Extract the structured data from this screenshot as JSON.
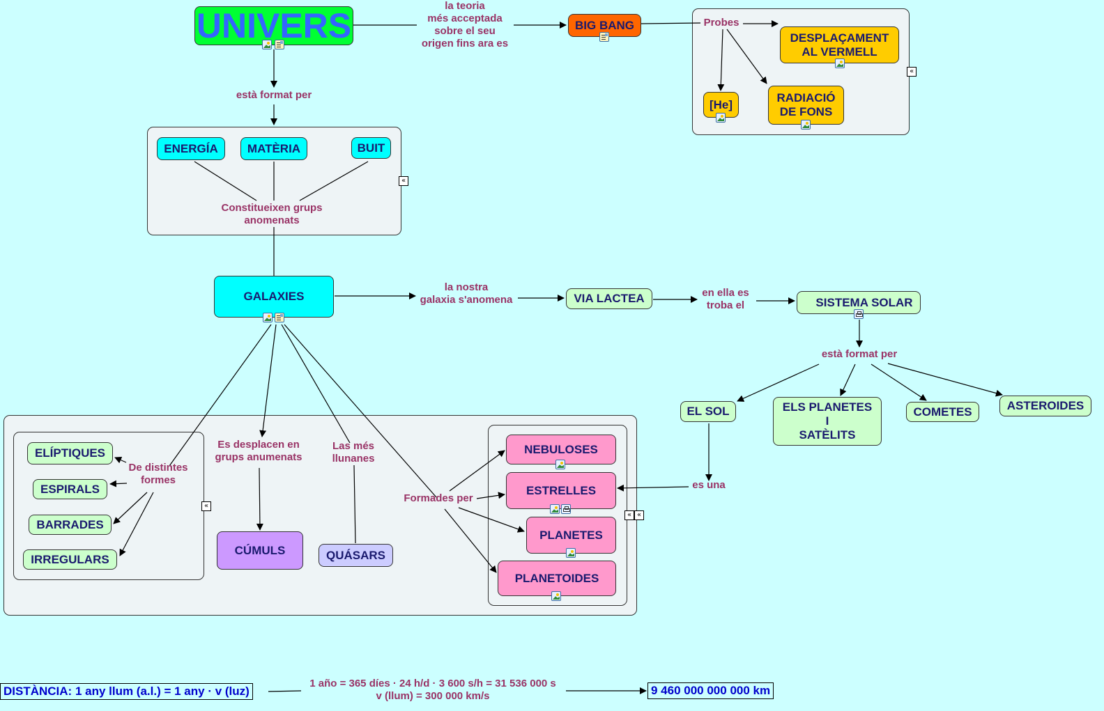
{
  "title": "UNIVERS",
  "colors": {
    "background": "#ccffff",
    "link_text": "#993366",
    "node_text": "#1a1a6e",
    "univers_node": "#00ff33",
    "univers_text": "#3366ff",
    "big_bang": "#ff6600",
    "probes_nodes": "#ffcc00",
    "matter_nodes": "#00ffff",
    "galaxy_type_nodes": "#ccffcc",
    "formation_nodes": "#ff99cc",
    "cumuls": "#cc99ff",
    "quasars": "#ccccff",
    "formula_text": "#0000cc"
  },
  "nodes": {
    "univers": "UNIVERS",
    "big_bang": "BIG BANG",
    "desplacament": "DESPLAÇAMENT\nAL VERMELL",
    "he": "[He]",
    "radiacio": "RADIACIÓ\nDE FONS",
    "energia": "ENERGÍA",
    "materia": "MATÈRIA",
    "buit": "BUIT",
    "galaxies": "GALAXIES",
    "via_lactea": "VIA LACTEA",
    "sistema_solar": "SISTEMA SOLAR",
    "el_sol": "EL SOL",
    "planetes_satelits": "ELS PLANETES\nI\nSATÈLITS",
    "cometes": "COMETES",
    "asteroides": "ASTEROIDES",
    "eliptiques": "ELÍPTIQUES",
    "espirals": "ESPIRALS",
    "barrades": "BARRADES",
    "irregulars": "IRREGULARS",
    "cumuls": "CÚMULS",
    "quasars": "QUÁSARS",
    "nebuloses": "NEBULOSES",
    "estrelles": "ESTRELLES",
    "planetes": "PLANETES",
    "planetoides": "PLANETOIDES"
  },
  "links": {
    "teoria": "la teoria\nmés acceptada\nsobre el seu\norigen fins ara es",
    "esta_format_per_1": "està format per",
    "probes": "Probes",
    "constitueixen": "Constitueixen grups\nanomenats",
    "la_nostra": "la nostra\ngalaxia s'anomena",
    "en_ella": "en ella es\ntroba el",
    "esta_format_per_2": "està format per",
    "es_una": "es una",
    "de_distintes": "De distintes\nformes",
    "es_desplacen": "Es desplacen en\ngrups anumenats",
    "las_mes": "Las més\nllunanes",
    "formades_per": "Formades per"
  },
  "formula": {
    "distancia": "DISTÀNCIA: 1 any llum (a.l.) = 1 any · v (luz)",
    "calc": "1 año = 365 díes · 24 h/d · 3 600 s/h = 31 536 000 s\nv (llum) = 300 000 km/s",
    "result": "9 460 000 000 000 km"
  },
  "resource_icons": {
    "univers": [
      "image-icon",
      "document-icon"
    ],
    "big_bang": [
      "document-icon"
    ],
    "desplacament": [
      "image-icon"
    ],
    "he": [
      "image-icon"
    ],
    "radiacio": [
      "image-icon"
    ],
    "galaxies": [
      "image-icon",
      "document-icon"
    ],
    "sistema_solar": [
      "concept-map-icon"
    ],
    "nebuloses": [
      "image-icon"
    ],
    "estrelles": [
      "image-icon",
      "concept-map-icon"
    ],
    "planetes": [
      "image-icon"
    ],
    "planetoides": [
      "image-icon"
    ]
  },
  "collapse_glyph": "«"
}
